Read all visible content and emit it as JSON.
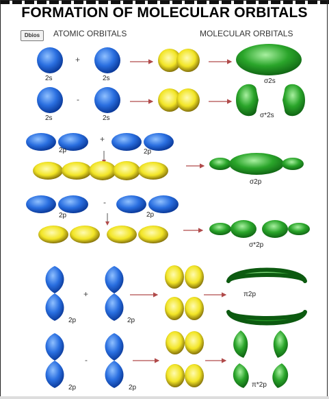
{
  "title": "FORMATION OF MOLECULAR ORBITALS",
  "logo_text": "Dbios",
  "headers": {
    "atomic": "ATOMIC ORBITALS",
    "molecular": "MOLECULAR ORBITALS"
  },
  "operators": {
    "plus": "+",
    "minus": "-"
  },
  "colors": {
    "atomic": "#2a6fe0",
    "intermediate": "#f2e526",
    "molecular": "#2aa52a"
  },
  "rows": [
    {
      "atomic_labels": [
        "2s",
        "2s"
      ],
      "result_label": "σ2s"
    },
    {
      "atomic_labels": [
        "2s",
        "2s"
      ],
      "result_label": "σ*2s"
    },
    {
      "atomic_labels": [
        "2p",
        "2p"
      ],
      "result_label": "σ2p"
    },
    {
      "atomic_labels": [
        "2p",
        "2p"
      ],
      "result_label": "σ*2p"
    },
    {
      "atomic_labels": [
        "2p",
        "2p"
      ],
      "result_label": "π2p"
    },
    {
      "atomic_labels": [
        "2p",
        "2p"
      ],
      "result_label": "π*2p"
    }
  ]
}
